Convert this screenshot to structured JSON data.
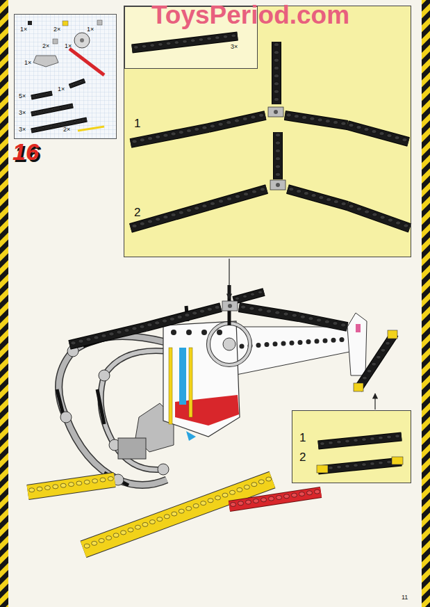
{
  "diagram": {
    "nodes": [
      {
        "text": [
          "1×",
          "2×",
          "1×",
          "2×",
          "1×",
          "1×",
          "1×",
          "5×",
          "3×",
          "3×",
          "2×"
        ]
      },
      {
        "text": [
          "1",
          "2"
        ]
      },
      {
        "text": [
          "3×"
        ],
        "in": 1
      },
      {
        "text": [
          "1",
          "2"
        ]
      }
    ],
    "labels": [
      "ToysPeriod.com",
      "16",
      "11"
    ]
  }
}
